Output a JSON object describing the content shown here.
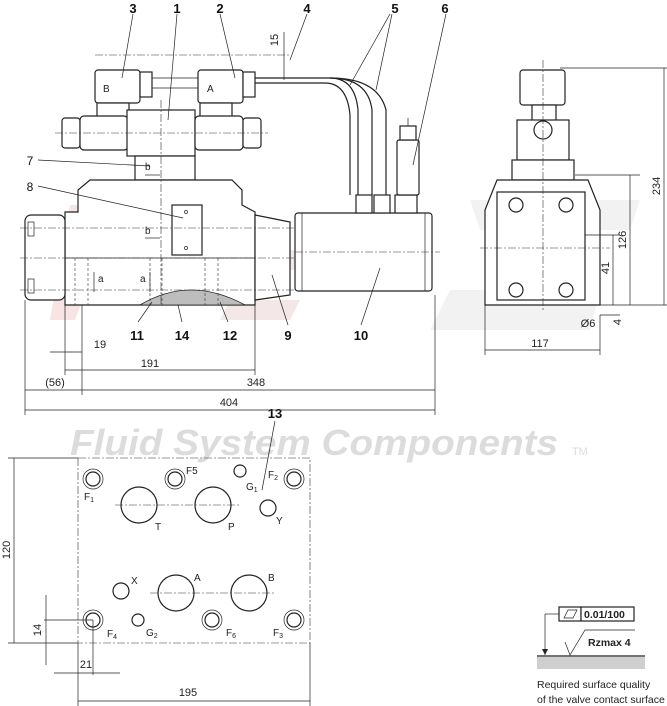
{
  "watermark": {
    "text": "Fluid System Components",
    "tm": "TM",
    "logo": "FSC"
  },
  "callouts": [
    "1",
    "2",
    "3",
    "4",
    "5",
    "6",
    "7",
    "8",
    "9",
    "10",
    "11",
    "12",
    "13",
    "14"
  ],
  "dimensions": {
    "d15": "15",
    "d19": "19",
    "d191": "191",
    "d56": "(56)",
    "d348": "348",
    "d404": "404",
    "d234": "234",
    "d126": "126",
    "d41": "41",
    "d6": "Ø6",
    "d4": "4",
    "d117": "117",
    "d120": "120",
    "d14": "14",
    "d21": "21",
    "d195": "195"
  },
  "section_marks": {
    "a": "a",
    "b": "b"
  },
  "solenoid_labels": {
    "a": "A",
    "b": "B"
  },
  "ports": {
    "T": "T",
    "P": "P",
    "A": "A",
    "B": "B",
    "X": "X",
    "Y": "Y",
    "F1": "F",
    "F2": "F",
    "F3": "F",
    "F4": "F",
    "F5": "F5",
    "F6": "F",
    "G1": "G",
    "G2": "G",
    "sub1": "1",
    "sub2": "2",
    "sub3": "3",
    "sub4": "4",
    "sub6": "6"
  },
  "surface": {
    "flatness": "0.01/100",
    "roughness": "Rzmax 4",
    "note_line1": "Required surface quality",
    "note_line2": "of the valve contact surface"
  }
}
